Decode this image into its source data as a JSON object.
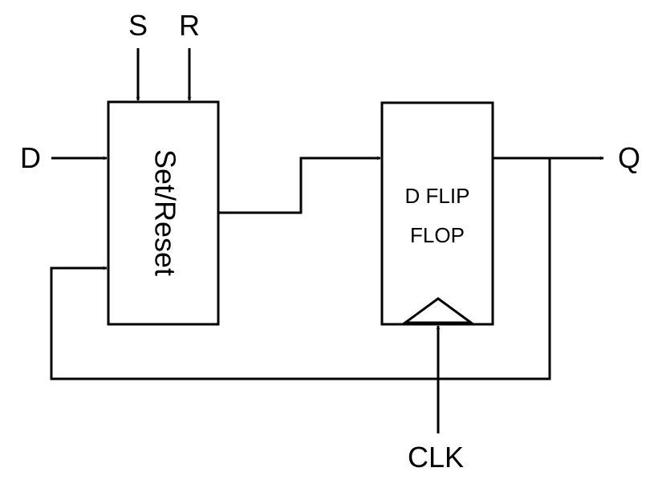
{
  "labels": {
    "set": "S",
    "reset": "R",
    "data": "D",
    "output": "Q",
    "clock": "CLK"
  },
  "blocks": {
    "set_reset": "Set/Reset",
    "flip_flop_line1": "D FLIP",
    "flip_flop_line2": "FLOP"
  }
}
